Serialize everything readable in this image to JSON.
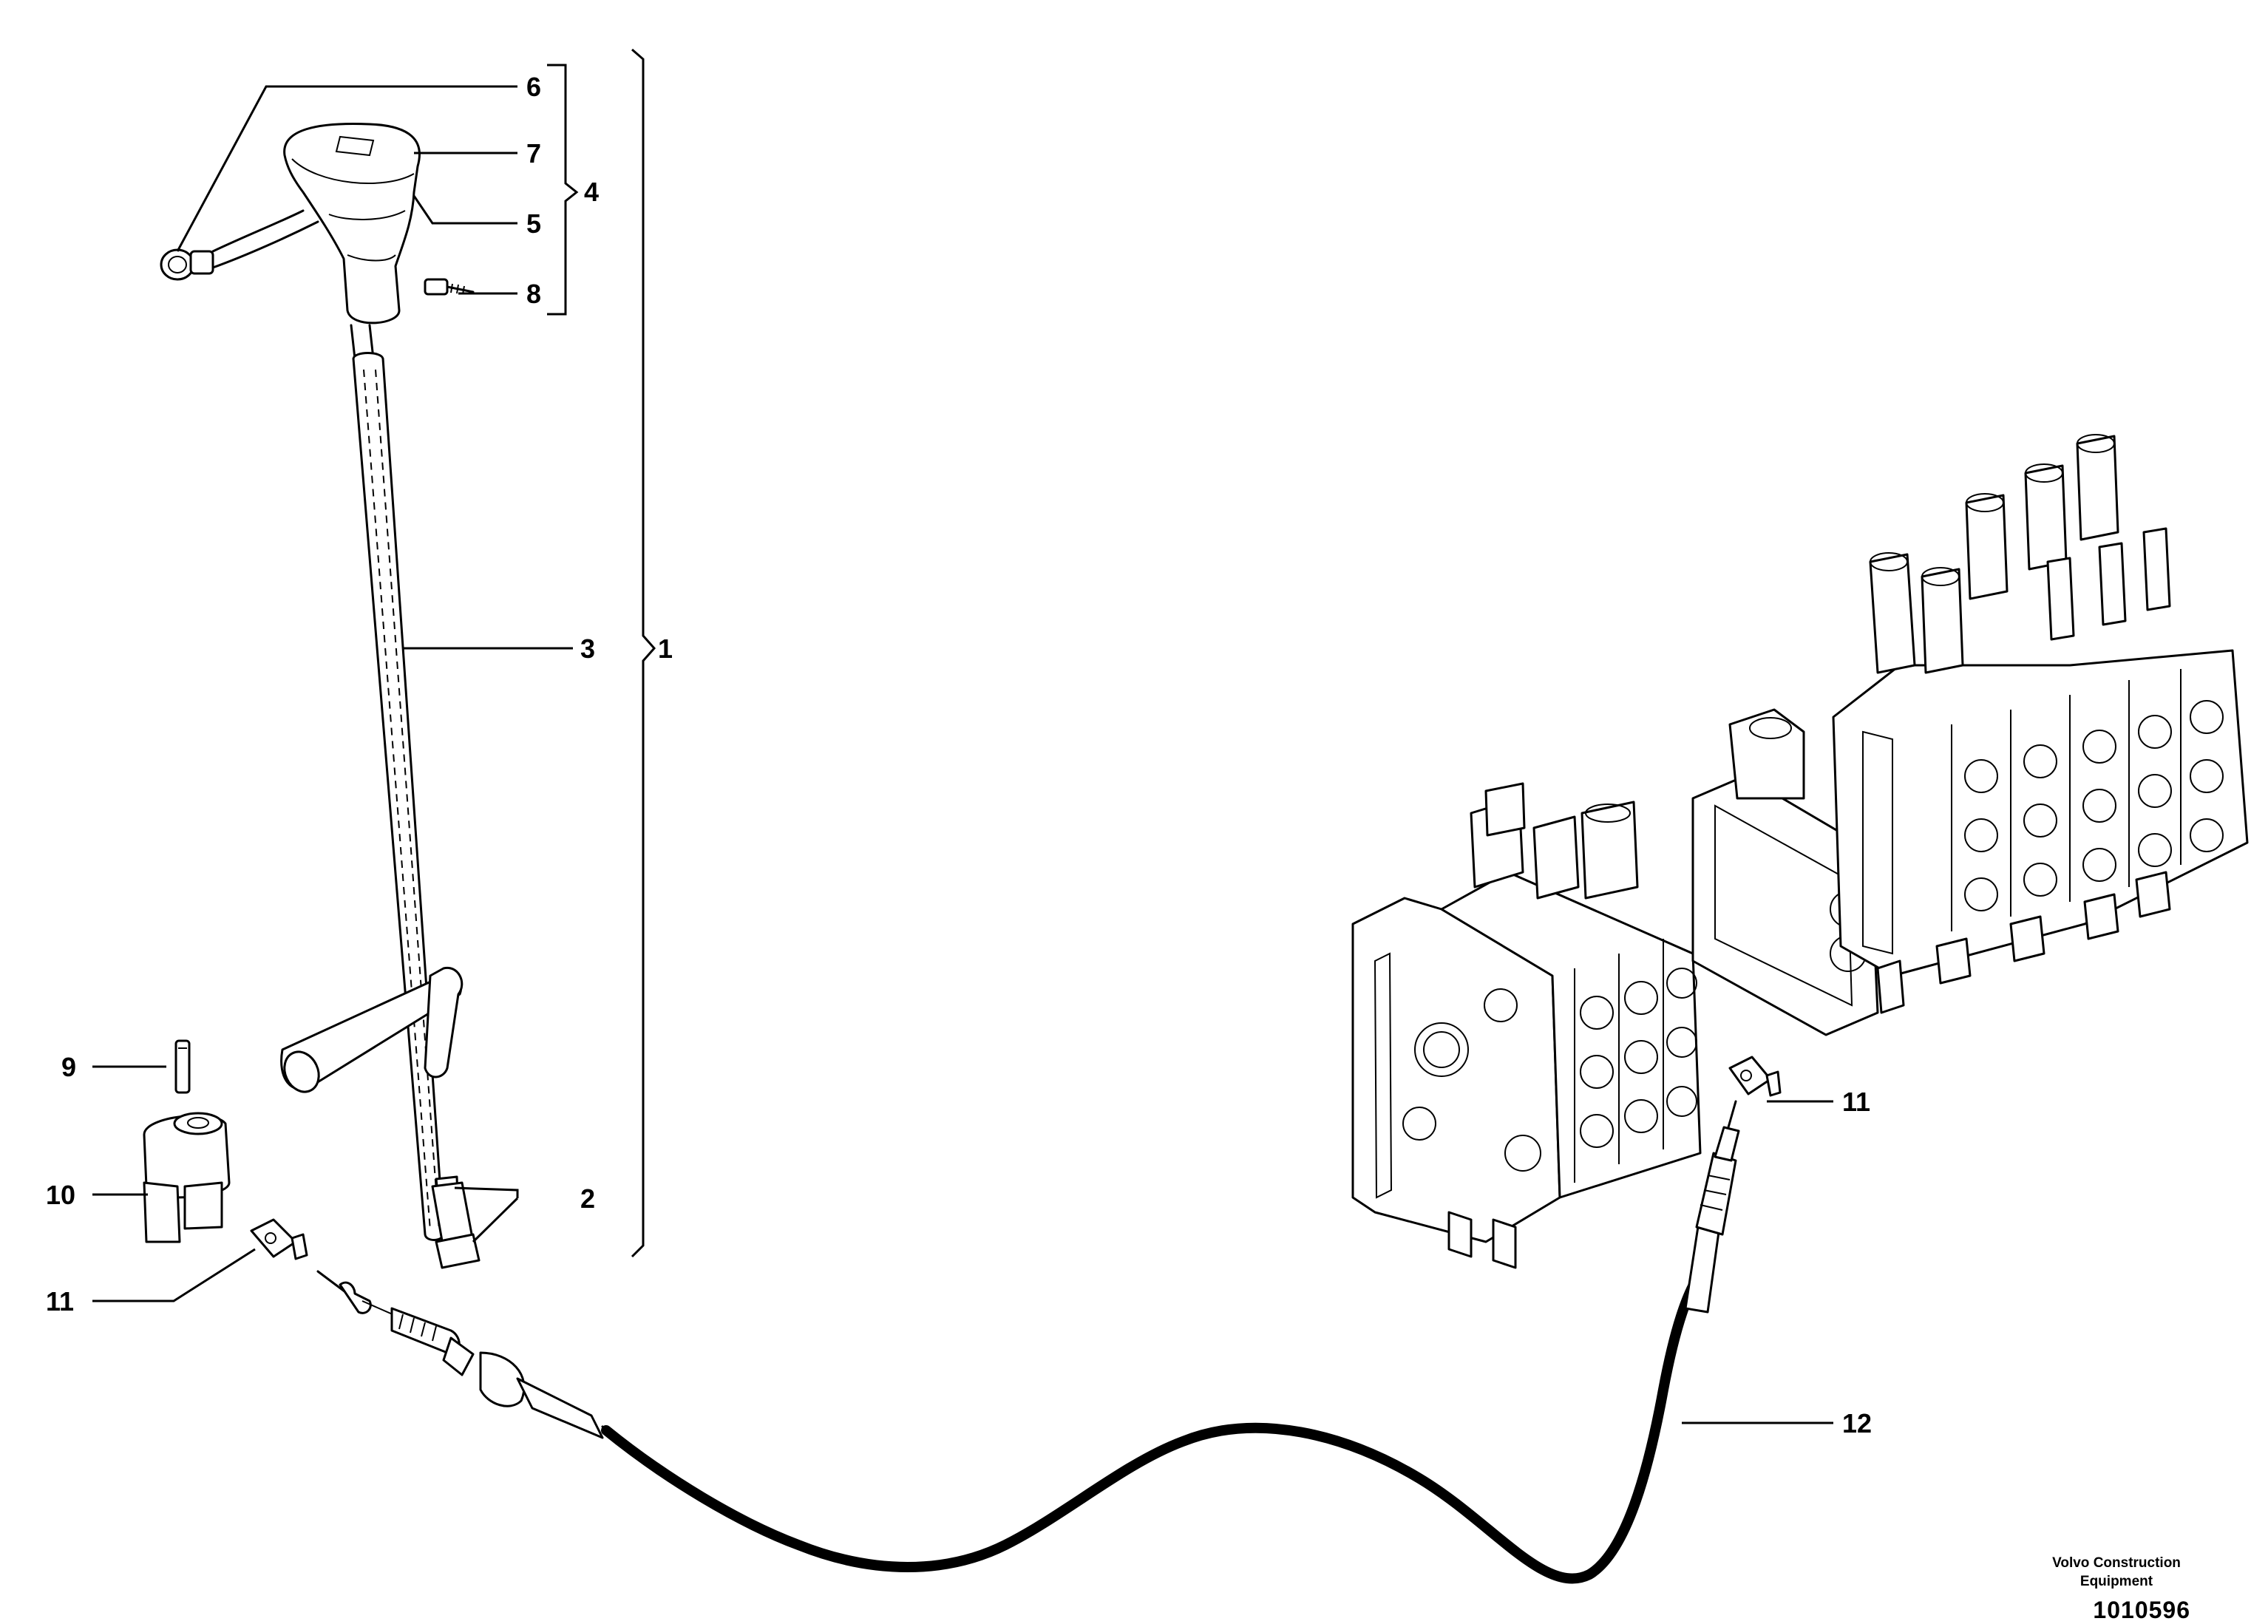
{
  "callouts": {
    "c1": "1",
    "c2": "2",
    "c3": "3",
    "c4": "4",
    "c5": "5",
    "c6": "6",
    "c7": "7",
    "c8": "8",
    "c9": "9",
    "c10": "10",
    "c11a": "11",
    "c11b": "11",
    "c12": "12"
  },
  "footer": {
    "brand_line_1": "Volvo Construction",
    "brand_line_2": "Equipment",
    "drawing_number": "1010596"
  }
}
